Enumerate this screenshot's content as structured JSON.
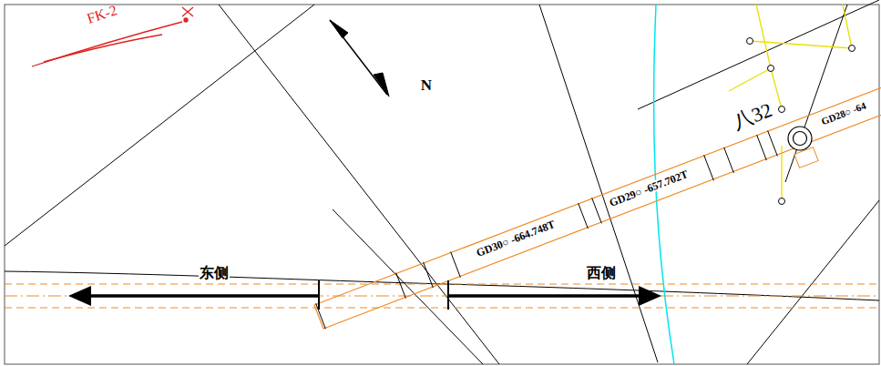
{
  "diagram": {
    "labels": [
      "FK-2",
      "N",
      "八32",
      "GD28○ -64",
      "GD29○ -657.702T",
      "GD30○ -664.748T",
      "东侧",
      "西侧"
    ]
  }
}
